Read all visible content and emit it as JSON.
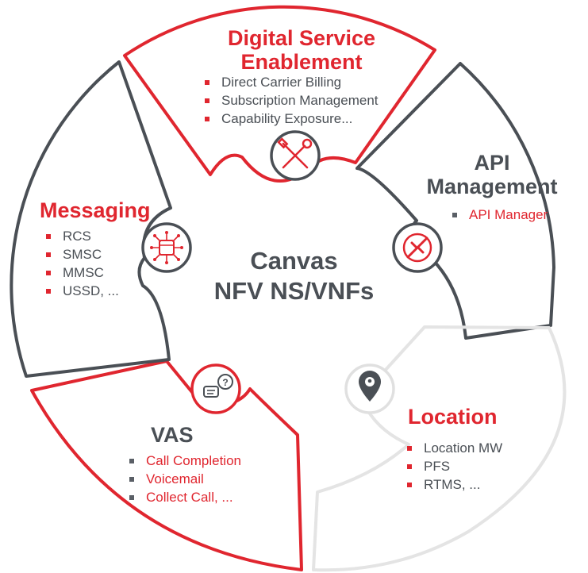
{
  "center": {
    "line1": "Canvas",
    "line2": "NFV NS/VNFs"
  },
  "segments": {
    "digital_service": {
      "title_line1": "Digital Service",
      "title_line2": "Enablement",
      "items": [
        "Direct Carrier Billing",
        "Subscription Management",
        "Capability Exposure..."
      ],
      "icon": "tools-icon"
    },
    "api_management": {
      "title_line1": "API",
      "title_line2": "Management",
      "items": [
        "API Manager"
      ],
      "icon": "plug-connect-icon"
    },
    "location": {
      "title": "Location",
      "items": [
        "Location MW",
        "PFS",
        "RTMS, ..."
      ],
      "icon": "location-pin-icon"
    },
    "vas": {
      "title": "VAS",
      "items": [
        "Call Completion",
        "Voicemail",
        "Collect Call, ..."
      ],
      "icon": "chat-question-icon"
    },
    "messaging": {
      "title": "Messaging",
      "items": [
        "RCS",
        "SMSC",
        "MMSC",
        "USSD, ..."
      ],
      "icon": "message-hub-icon"
    }
  },
  "colors": {
    "red": "#e0262f",
    "dark": "#4a4f55",
    "light_gray": "#e2e2e2"
  }
}
